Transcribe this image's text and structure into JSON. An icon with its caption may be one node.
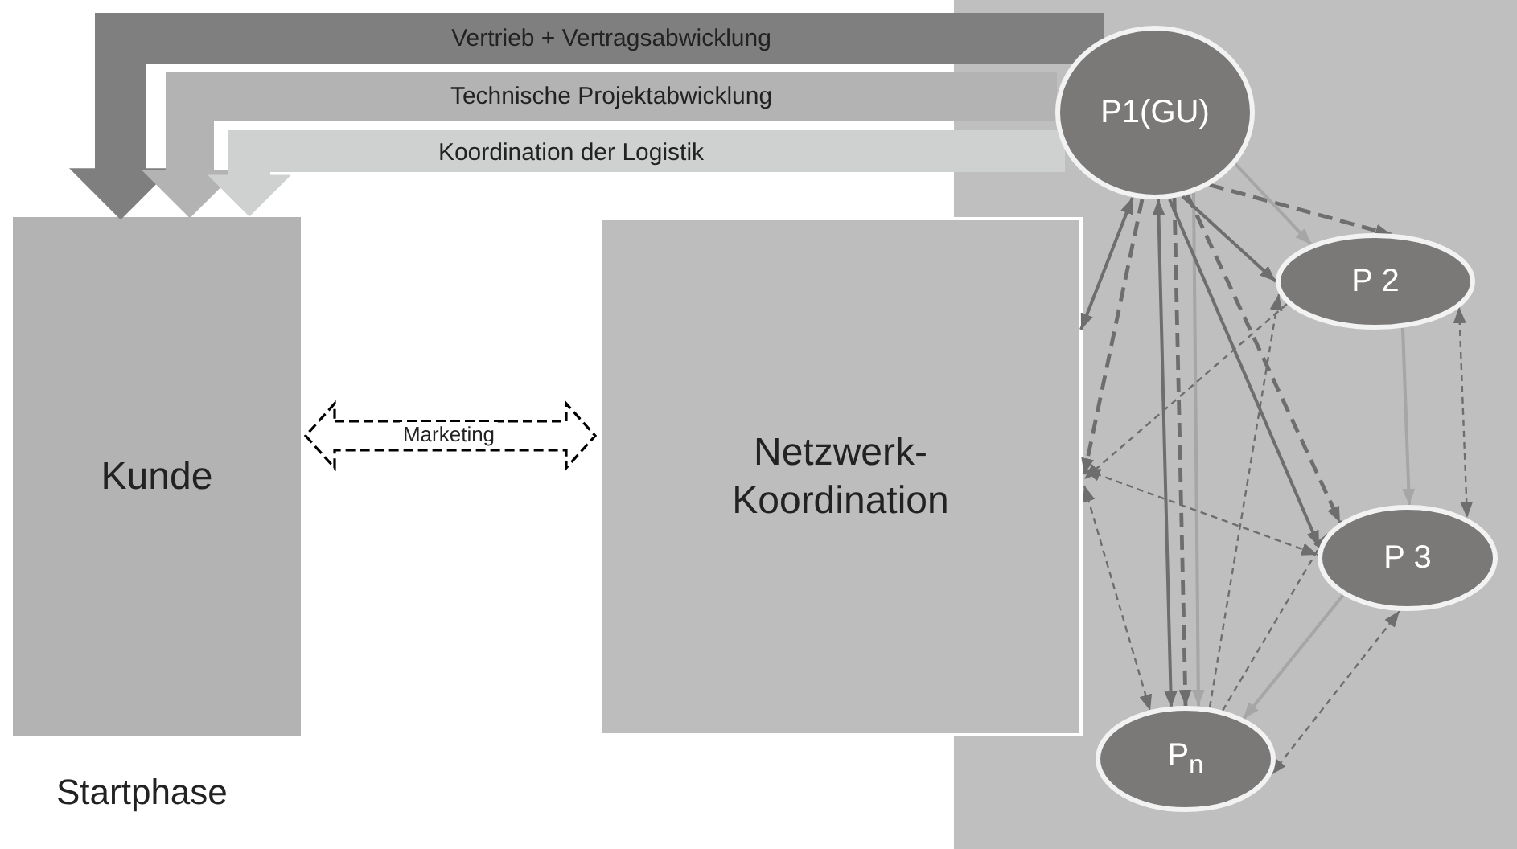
{
  "diagram": {
    "nodes": [
      {
        "text": [
          "Kunde"
        ]
      },
      {
        "text": [
          "Netzwerk- Koordination"
        ]
      },
      {
        "text": [
          "P1(GU)"
        ]
      },
      {
        "text": [
          "P 2"
        ]
      },
      {
        "text": [
          "P 3"
        ]
      },
      {
        "text": [
          "P$_{n}$"
        ]
      }
    ],
    "edges": [
      {
        "from": 2,
        "to": 0,
        "arrow": "to",
        "label": "Vertrieb + Vertragsabwicklung",
        "style": "thick",
        "color": "#7f7f7f"
      },
      {
        "from": 2,
        "to": 0,
        "arrow": "to",
        "label": "Technische Projektabwicklung",
        "style": "thick",
        "color": "#b3b3b3"
      },
      {
        "from": 2,
        "to": 0,
        "arrow": "to",
        "label": "Koordination der Logistik",
        "style": "thick",
        "color": "#cfd1d0"
      },
      {
        "from": 0,
        "to": 1,
        "arrow": "both",
        "label": "Marketing",
        "style": "dashed",
        "color": "#000000"
      },
      {
        "from": 2,
        "to": 1,
        "arrow": "both"
      },
      {
        "from": 2,
        "to": 1,
        "arrow": "to",
        "style": "dashed"
      },
      {
        "from": 5,
        "to": 2,
        "arrow": "both"
      },
      {
        "from": 2,
        "to": 5,
        "arrow": "to",
        "style": "dashed"
      },
      {
        "from": 2,
        "to": 5,
        "arrow": "to",
        "color": "#a6a6a6"
      },
      {
        "from": 2,
        "to": 3,
        "arrow": "to"
      },
      {
        "from": 2,
        "to": 3,
        "arrow": "to",
        "style": "dashed"
      },
      {
        "from": 2,
        "to": 3,
        "arrow": "to",
        "color": "#a6a6a6"
      },
      {
        "from": 2,
        "to": 4,
        "arrow": "to"
      },
      {
        "from": 2,
        "to": 4,
        "arrow": "to",
        "style": "dashed"
      },
      {
        "from": 3,
        "to": 4,
        "arrow": "to",
        "color": "#a6a6a6"
      },
      {
        "from": 3,
        "to": 4,
        "arrow": "both",
        "style": "dashed"
      },
      {
        "from": 5,
        "to": 3,
        "arrow": "to",
        "style": "dashed"
      },
      {
        "from": 3,
        "to": 1,
        "arrow": "to",
        "style": "dashed"
      },
      {
        "from": 1,
        "to": 4,
        "arrow": "both",
        "style": "dashed"
      },
      {
        "from": 1,
        "to": 5,
        "arrow": "both",
        "style": "dashed"
      },
      {
        "from": 5,
        "to": 4,
        "arrow": "to",
        "style": "dashed"
      },
      {
        "from": 4,
        "to": 5,
        "arrow": "to",
        "color": "#a6a6a6"
      },
      {
        "from": 5,
        "to": 4,
        "arrow": "both",
        "style": "dashed"
      }
    ],
    "labels": [
      "Startphase"
    ]
  }
}
